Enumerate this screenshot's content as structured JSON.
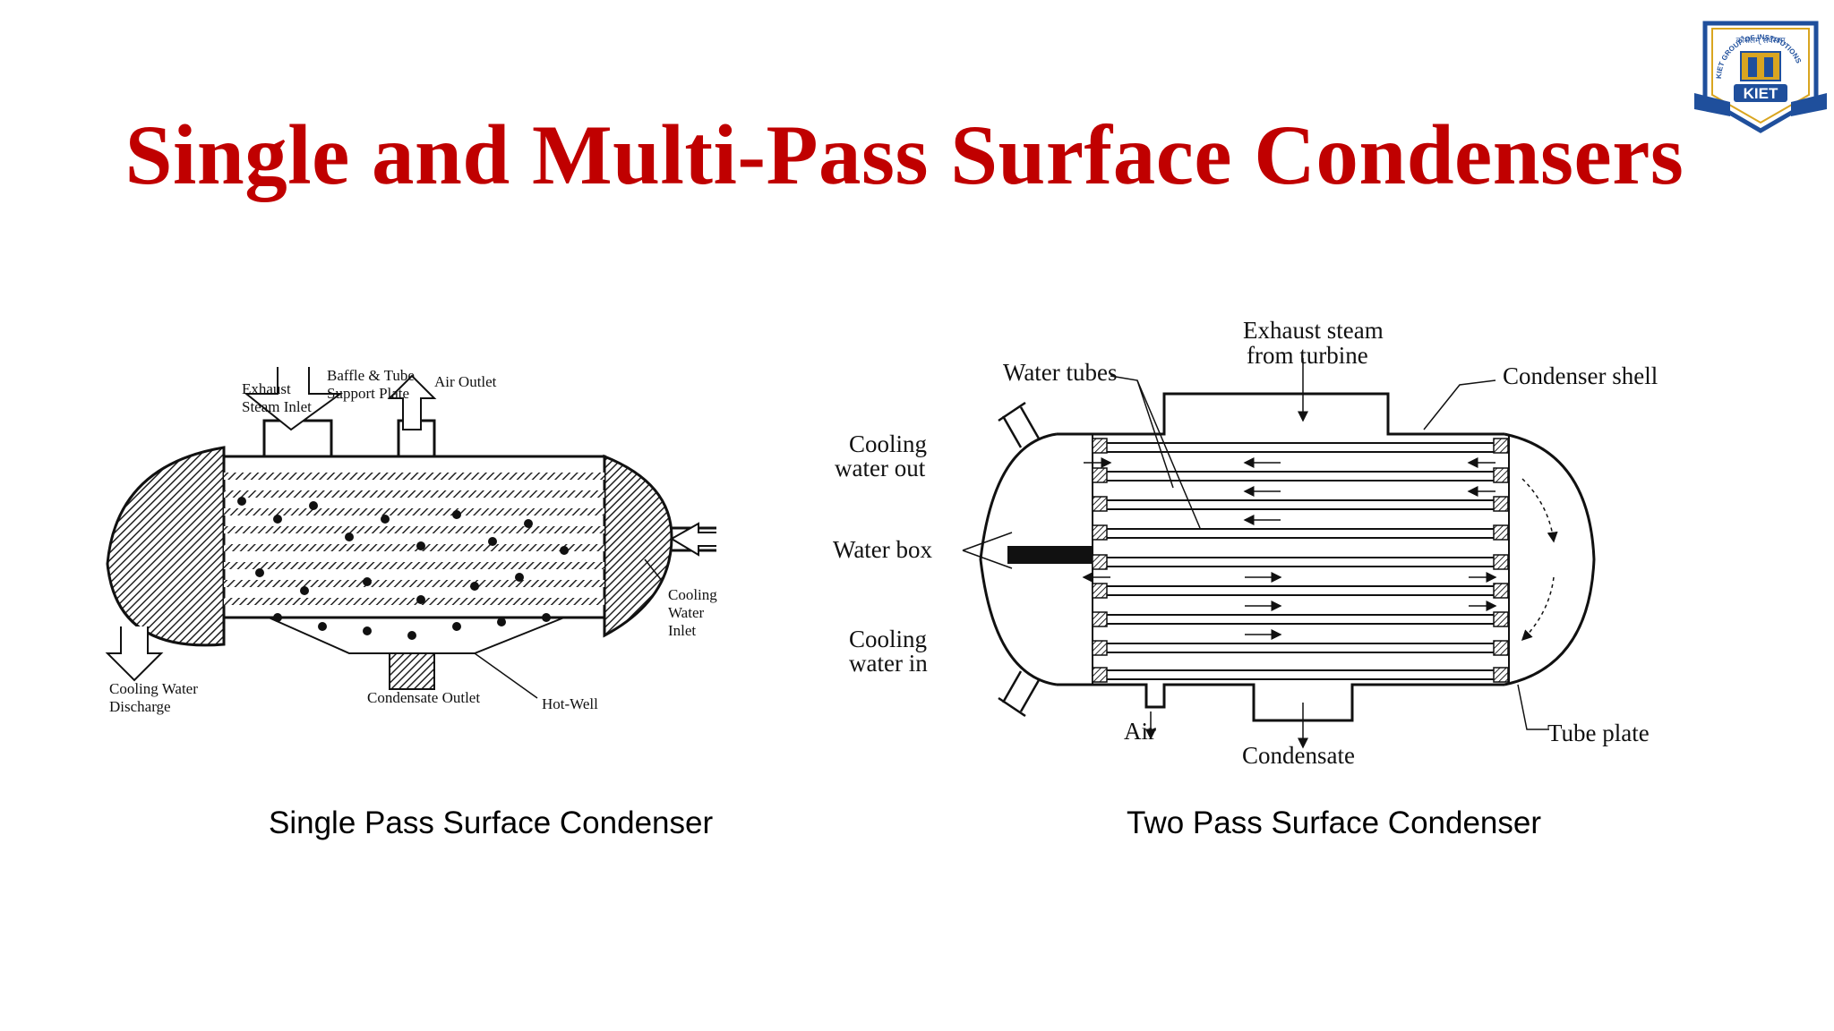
{
  "title": "Single and Multi-Pass Surface Condensers",
  "logo": {
    "text": "KIET",
    "ring_text": "KIET GROUP OF INSTITUTIONS",
    "motto": "कौशलम् सर्वस्वम्",
    "colors": {
      "blue": "#1f4f9c",
      "gold": "#d9a520"
    }
  },
  "single_pass": {
    "caption": "Single Pass Surface Condenser",
    "labels": {
      "exhaust": [
        "Exhaust",
        "Steam Inlet"
      ],
      "baffle": [
        "Baffle & Tube",
        "Support Plate"
      ],
      "air_outlet": "Air Outlet",
      "cooling_inlet": [
        "Cooling",
        "Water",
        "Inlet"
      ],
      "cooling_discharge": [
        "Cooling Water",
        "Discharge"
      ],
      "condensate_outlet": "Condensate Outlet",
      "hot_well": "Hot-Well"
    }
  },
  "two_pass": {
    "caption": "Two Pass Surface Condenser",
    "labels": {
      "exhaust": [
        "Exhaust steam",
        "from turbine"
      ],
      "water_tubes": "Water tubes",
      "condenser_shell": "Condenser shell",
      "cooling_out": [
        "Cooling",
        "water out"
      ],
      "water_box": "Water box",
      "cooling_in": [
        "Cooling",
        "water in"
      ],
      "air": "Air",
      "condensate": "Condensate",
      "tube_plate": "Tube plate"
    }
  },
  "colors": {
    "title": "#c00000"
  }
}
